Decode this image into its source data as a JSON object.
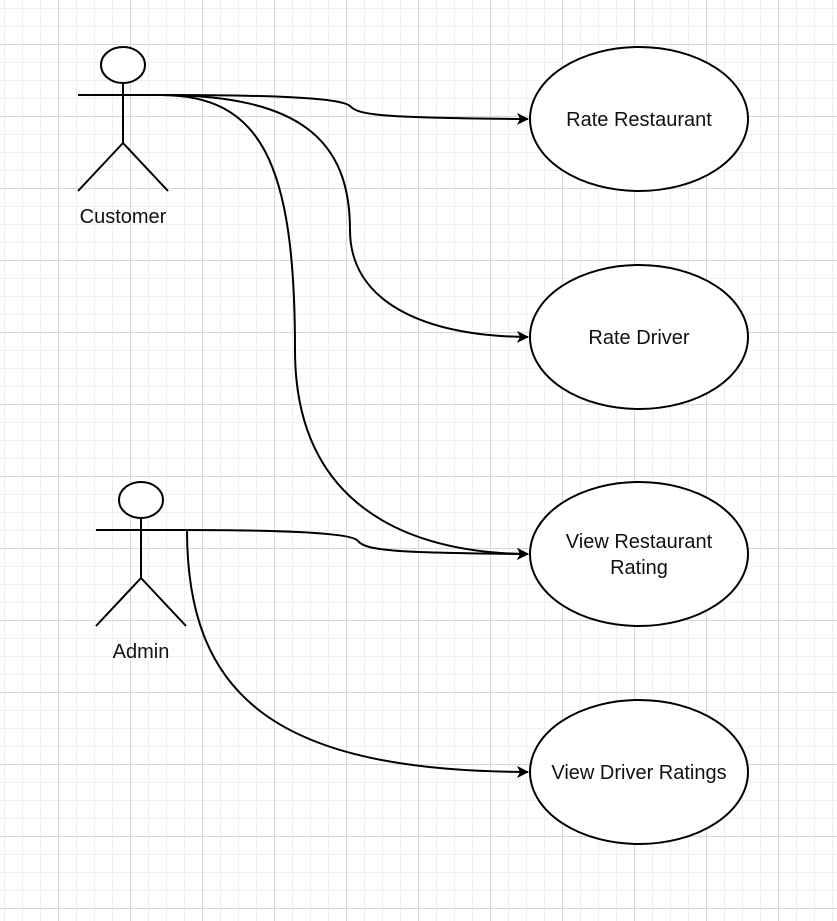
{
  "diagram": {
    "type": "use-case",
    "line_color": "#000000",
    "fill_color": "#ffffff",
    "actors": [
      {
        "id": "customer",
        "label": "Customer"
      },
      {
        "id": "admin",
        "label": "Admin"
      }
    ],
    "use_cases": [
      {
        "id": "rate-restaurant",
        "lines": [
          "Rate Restaurant"
        ]
      },
      {
        "id": "rate-driver",
        "lines": [
          "Rate Driver"
        ]
      },
      {
        "id": "view-restaurant-rating",
        "lines": [
          "View Restaurant",
          "Rating"
        ]
      },
      {
        "id": "view-driver-ratings",
        "lines": [
          "View Driver Ratings"
        ]
      }
    ],
    "associations": [
      {
        "from": "customer",
        "to": "rate-restaurant"
      },
      {
        "from": "customer",
        "to": "rate-driver"
      },
      {
        "from": "customer",
        "to": "view-restaurant-rating"
      },
      {
        "from": "admin",
        "to": "view-restaurant-rating"
      },
      {
        "from": "admin",
        "to": "view-driver-ratings"
      }
    ]
  }
}
